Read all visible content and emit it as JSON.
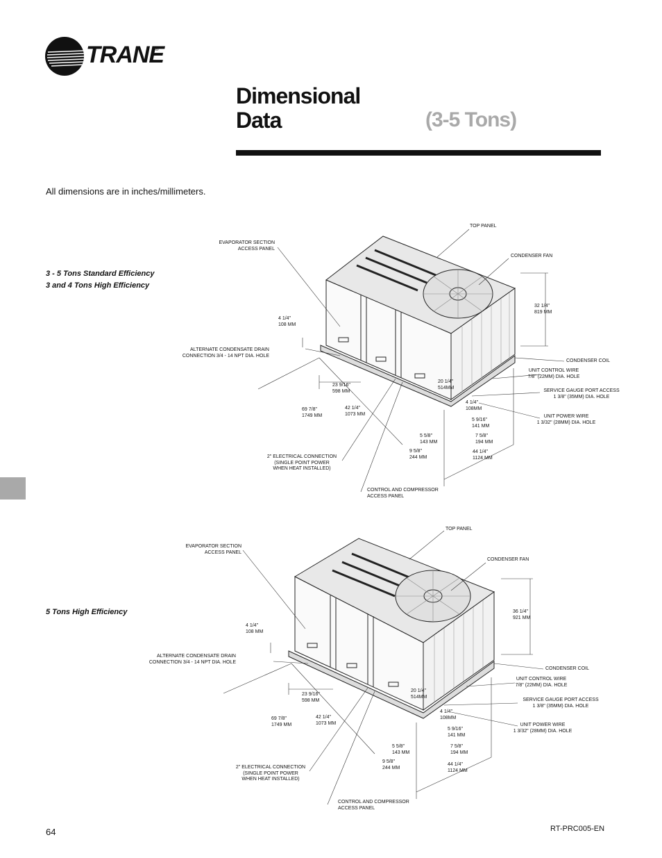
{
  "header": {
    "brand": "TRANE",
    "registered_mark": "®",
    "title_line1": "Dimensional",
    "title_line2": "Data",
    "subtitle": "(3-5 Tons)"
  },
  "intro_note": "All dimensions are in inches/millimeters.",
  "diagram1": {
    "caption_line1": "3 - 5 Tons Standard Efficiency",
    "caption_line2": "3 and 4 Tons High Efficiency",
    "labels": {
      "top_panel": "TOP PANEL",
      "evap_access": "EVAPORATOR SECTION\nACCESS PANEL",
      "condenser_fan": "CONDENSER FAN",
      "height": "32 1/4\"\n819 MM",
      "base_height": "4 1/4\"\n108 MM",
      "alt_drain": "ALTERNATE CONDENSATE DRAIN\nCONNECTION 3/4 - 14 NPT DIA. HOLE",
      "condenser_coil": "CONDENSER COIL",
      "unit_control_wire": "UNIT CONTROL WIRE\n7/8\" (22MM) DIA. HOLE",
      "dim_23": "23 9/16\"\n598 MM",
      "dim_20": "20 1/4\"\n514MM",
      "service_gauge": "SERVICE GAUGE PORT ACCESS\n1 3/8\" (35MM) DIA. HOLE",
      "dim_4_right": "4 1/4\"\n108MM",
      "dim_69": "69 7/8\"\n1749 MM",
      "dim_42": "42 1/4\"\n1073 MM",
      "unit_power_wire": "UNIT POWER WIRE\n1 3/32\" (28MM) DIA. HOLE",
      "dim_5_9": "5 9/16\"\n141 MM",
      "dim_5_5": "5 5/8\"\n143 MM",
      "dim_7": "7 5/8\"\n194 MM",
      "electrical": "2\" ELECTRICAL CONNECTION\n(SINGLE POINT POWER\nWHEN HEAT INSTALLED)",
      "dim_9": "9 5/8\"\n244 MM",
      "dim_44": "44 1/4\"\n1124 MM",
      "control_access": "CONTROL AND COMPRESSOR\nACCESS PANEL"
    }
  },
  "diagram2": {
    "caption_line1": "5 Tons High Efficiency",
    "labels": {
      "top_panel": "TOP PANEL",
      "evap_access": "EVAPORATOR SECTION\nACCESS PANEL",
      "condenser_fan": "CONDENSER FAN",
      "height": "36 1/4\"\n921 MM",
      "base_height": "4 1/4\"\n108 MM",
      "alt_drain": "ALTERNATE CONDENSATE DRAIN\nCONNECTION 3/4 - 14 NPT DIA. HOLE",
      "condenser_coil": "CONDENSER COIL",
      "unit_control_wire": "UNIT CONTROL WIRE\n7/8\" (22MM) DIA. HOLE",
      "dim_23": "23 9/16\"\n598 MM",
      "dim_20": "20 1/4\"\n514MM",
      "service_gauge": "SERVICE GAUGE PORT ACCESS\n1 3/8\" (35MM) DIA. HOLE",
      "dim_4_right": "4 1/4\"\n108MM",
      "dim_69": "69 7/8\"\n1749 MM",
      "dim_42": "42 1/4\"\n1073 MM",
      "unit_power_wire": "UNIT POWER WIRE\n1 3/32\" (28MM) DIA. HOLE",
      "dim_5_9": "5 9/16\"\n141 MM",
      "dim_5_5": "5 5/8\"\n143 MM",
      "dim_7": "7 5/8\"\n194 MM",
      "electrical": "2\" ELECTRICAL CONNECTION\n(SINGLE POINT POWER\nWHEN HEAT INSTALLED)",
      "dim_9": "9 5/8\"\n244 MM",
      "dim_44": "44 1/4\"\n1124 MM",
      "control_access": "CONTROL AND COMPRESSOR\nACCESS PANEL"
    }
  },
  "footer": {
    "page_number": "64",
    "doc_id": "RT-PRC005-EN"
  }
}
